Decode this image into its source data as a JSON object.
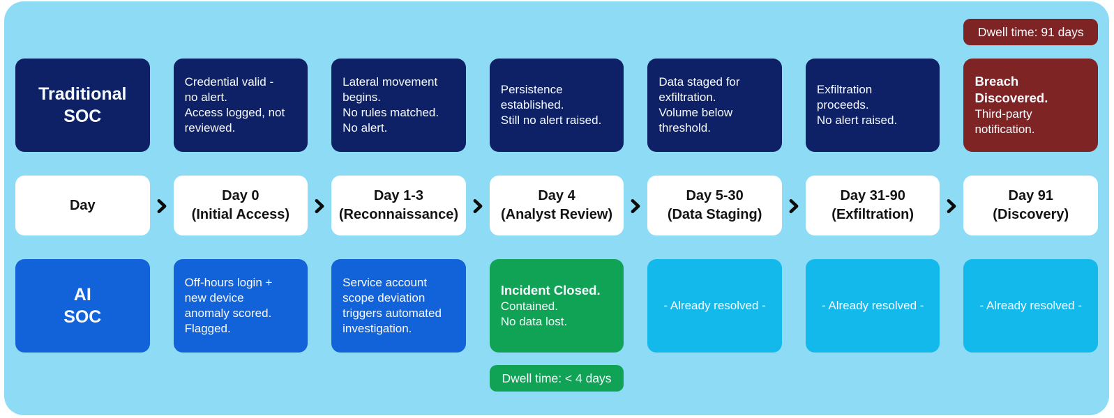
{
  "colors": {
    "page_bg": "#ffffff",
    "panel_bg": "#8edbf5",
    "traditional_box": "#0e2166",
    "breach_box": "#7e2425",
    "ai_box": "#1262da",
    "resolved_box": "#13b9eb",
    "incident_box": "#10a355",
    "day_box": "#ffffff",
    "chevron": "#0b0b0b"
  },
  "badges": {
    "traditional_dwell": "Dwell time: 91 days",
    "ai_dwell": "Dwell time: < 4 days"
  },
  "traditional": {
    "header": "Traditional\nSOC",
    "steps": [
      "Credential valid -\nno alert.\nAccess logged, not\nreviewed.",
      "Lateral movement\nbegins.\nNo rules matched.\nNo alert.",
      "Persistence\nestablished.\nStill no alert raised.",
      "Data staged for\nexfiltration.\nVolume below\nthreshold.",
      "Exfiltration\nproceeds.\nNo alert raised."
    ],
    "breach": {
      "title": "Breach\nDiscovered.",
      "body": "Third-party\nnotification."
    }
  },
  "timeline": {
    "steps": [
      "Day",
      "Day 0\n(Initial Access)",
      "Day 1-3\n(Reconnaissance)",
      "Day 4\n(Analyst Review)",
      "Day 5-30\n(Data Staging)",
      "Day 31-90\n(Exfiltration)",
      "Day 91\n(Discovery)"
    ]
  },
  "ai": {
    "header": "AI\nSOC",
    "steps": [
      "Off-hours login +\nnew device\nanomaly scored.\nFlagged.",
      "Service account\nscope deviation\ntriggers automated\ninvestigation."
    ],
    "incident": {
      "title": "Incident Closed.",
      "body": "Contained.\nNo data lost."
    },
    "resolved": "- Already resolved -"
  }
}
